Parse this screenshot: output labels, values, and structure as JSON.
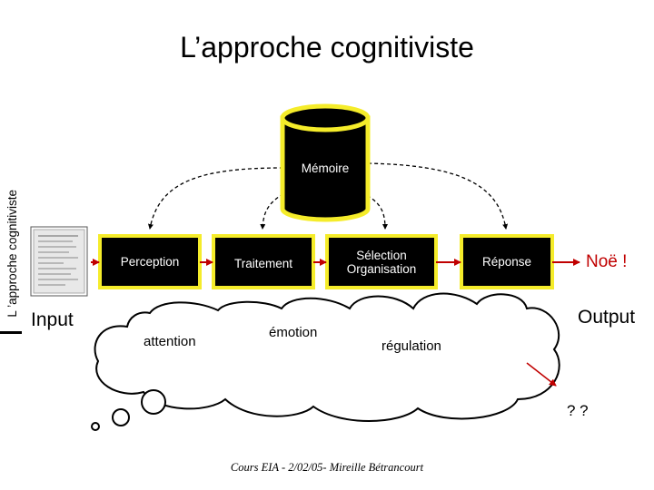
{
  "slide": {
    "title": "L’approche cognitiviste",
    "side_title": "L ’approche cognitiviste",
    "footer": "Cours EIA - 2/02/05- Mireille Bétrancourt"
  },
  "diagram": {
    "memory_label": "Mémoire",
    "nodes": {
      "perception": "Perception",
      "traitement": "Traitement",
      "selection": "Sélection",
      "organisation": "Organisation",
      "reponse": "Réponse"
    },
    "noe": "Noë !",
    "input_label": "Input",
    "output_label": "Output",
    "thought_labels": {
      "attention": "attention",
      "emotion": "émotion",
      "regulation": "régulation"
    },
    "unknown": "? ?"
  },
  "colors": {
    "memory_fill": "#000000",
    "memory_rim": "#f5ec2a",
    "node_fill": "#000000",
    "node_border": "#f5ec2a",
    "arrow_red": "#c00000",
    "line": "#000000"
  }
}
